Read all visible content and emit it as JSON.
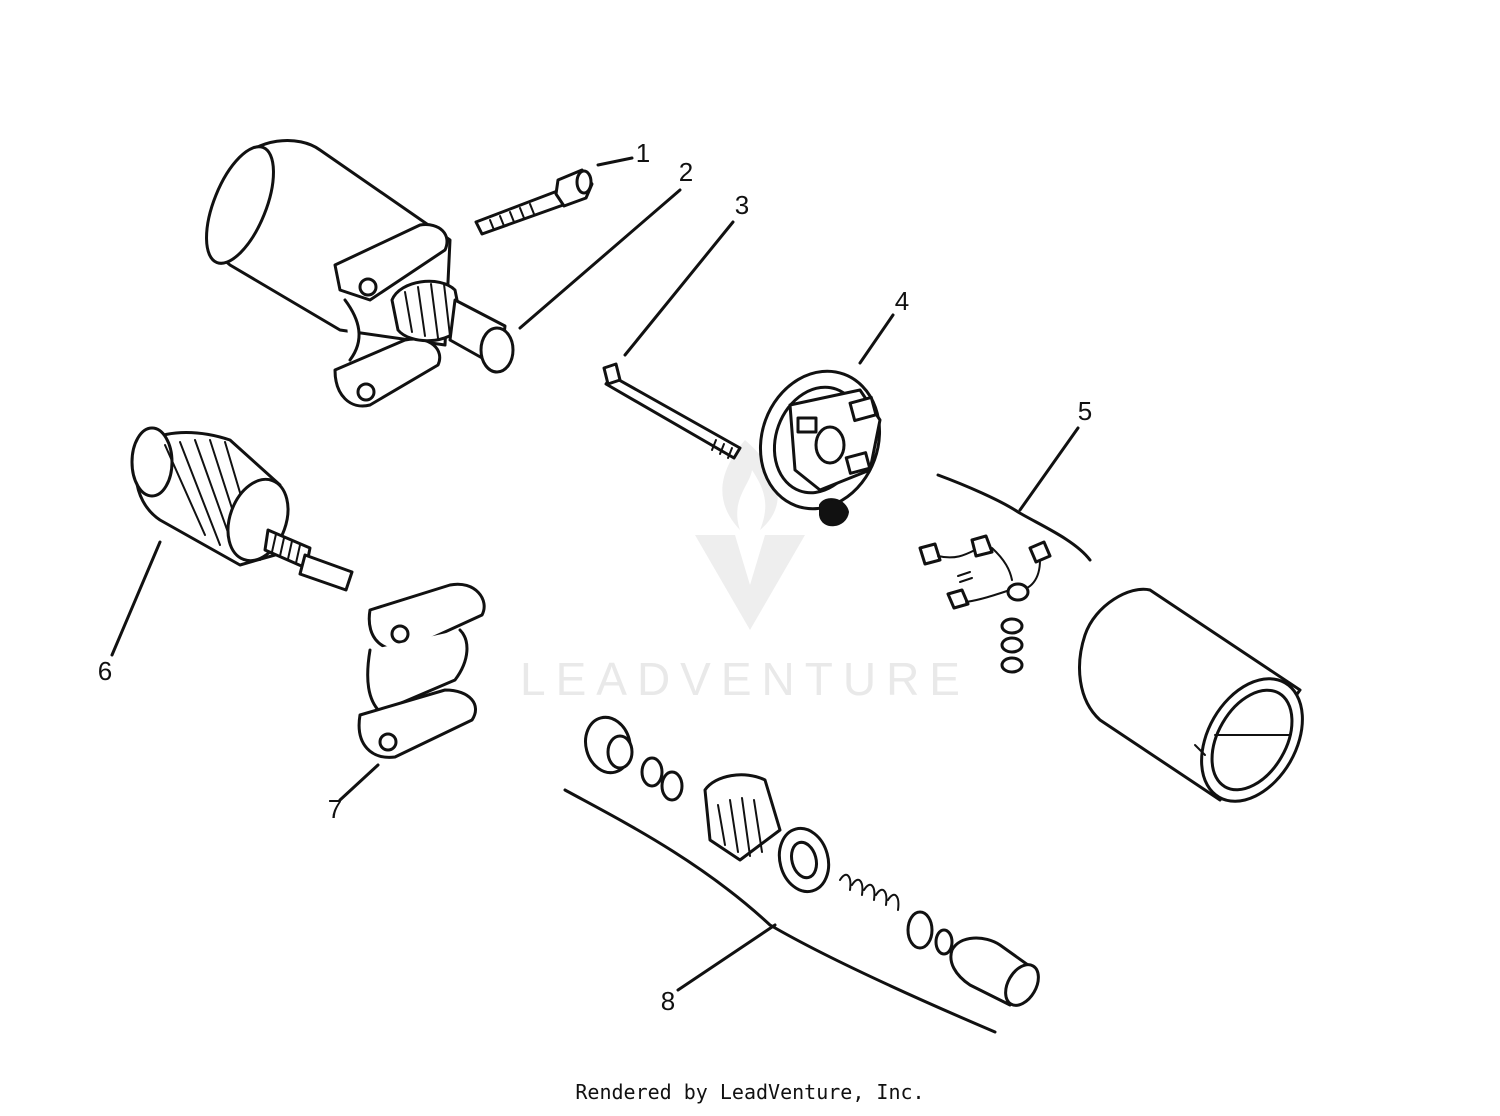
{
  "watermark": {
    "text": "LEADVENTURE"
  },
  "callouts": [
    {
      "label": "1"
    },
    {
      "label": "2"
    },
    {
      "label": "3"
    },
    {
      "label": "4"
    },
    {
      "label": "5"
    },
    {
      "label": "6"
    },
    {
      "label": "7"
    },
    {
      "label": "8"
    }
  ],
  "footer": {
    "text": "Rendered by LeadVenture, Inc."
  }
}
